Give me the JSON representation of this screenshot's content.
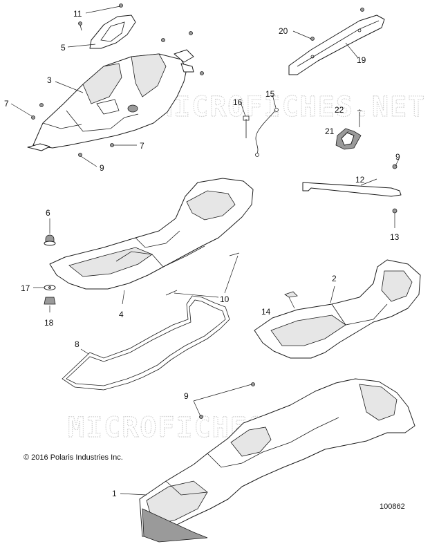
{
  "callouts": {
    "c1": "1",
    "c2": "2",
    "c3": "3",
    "c4": "4",
    "c5": "5",
    "c6": "6",
    "c7a": "7",
    "c7b": "7",
    "c8": "8",
    "c9a": "9",
    "c9b": "9",
    "c9c": "9",
    "c10": "10",
    "c11": "11",
    "c12": "12",
    "c13": "13",
    "c14": "14",
    "c15": "15",
    "c16": "16",
    "c17": "17",
    "c18": "18",
    "c19": "19",
    "c20": "20",
    "c21": "21",
    "c22": "22"
  },
  "watermark": "MICROFICHES.NET",
  "copyright": "© 2016 Polaris Industries Inc.",
  "diagram_number": "100862"
}
